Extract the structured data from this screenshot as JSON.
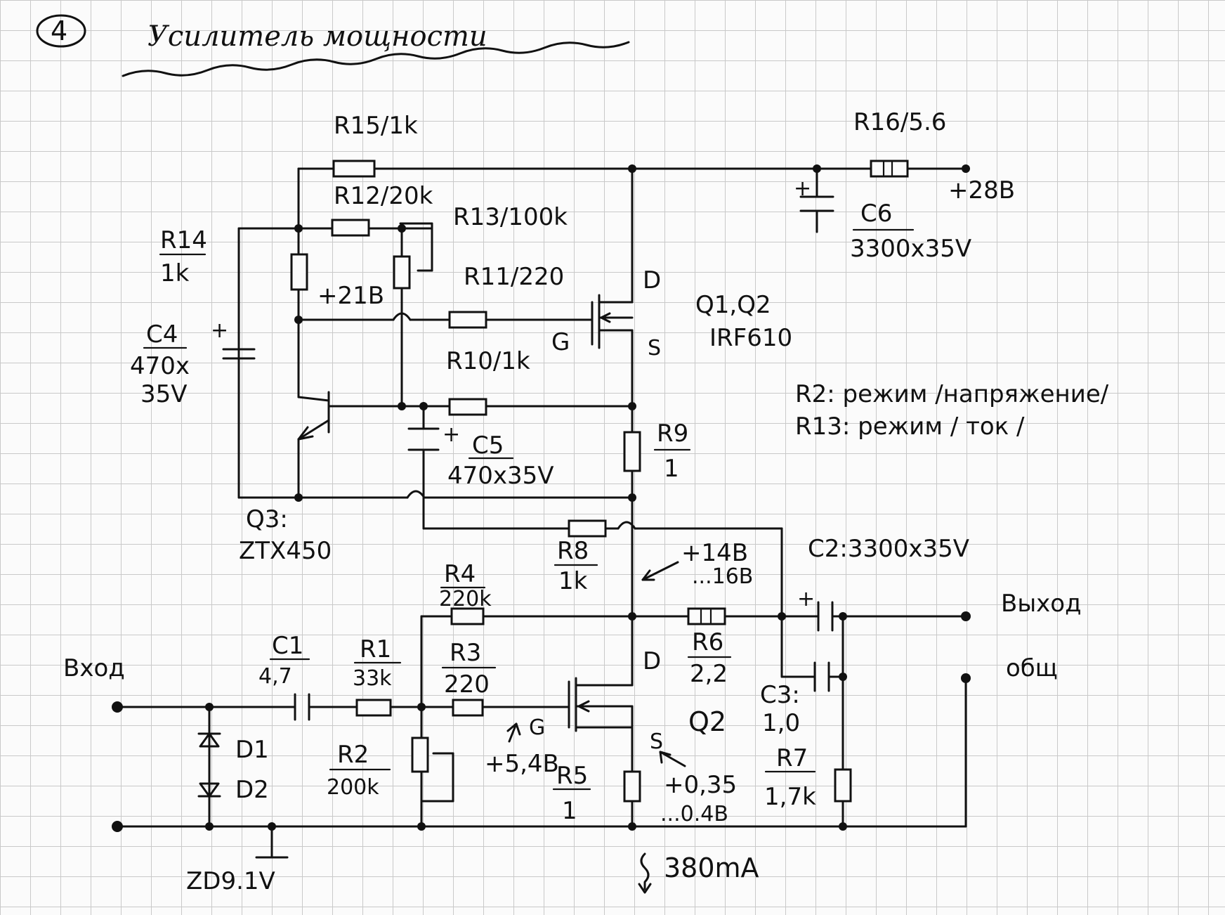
{
  "sheet_number": "4",
  "title": "Усилитель мощности",
  "labels": {
    "r15": "R15/1k",
    "r16": "R16/5.6",
    "supply": "+28B",
    "c6_name": "C6",
    "c6_value": "3300x35V",
    "r12": "R12/20k",
    "r13": "R13/100k",
    "r14_name": "R14",
    "r14_value": "1k",
    "v21": "+21B",
    "r11": "R11/220",
    "d_top": "D",
    "q12_name": "Q1,Q2",
    "q12_type": "IRF610",
    "g_top": "G",
    "s_top": "S",
    "c4_name": "C4",
    "c4_value_1": "470x",
    "c4_value_2": "35V",
    "r10": "R10/1k",
    "note_r2": "R2: режим /напряжение/",
    "note_r13": "R13: режим / ток /",
    "r9_name": "R9",
    "r9_value": "1",
    "c5_name": "C5",
    "c5_value": "470x35V",
    "q3_name": "Q3:",
    "q3_type": "ZTX450",
    "r8_name": "R8",
    "r8_value": "1k",
    "v14": "+14B",
    "v16": "...16B",
    "c2": "C2:3300x35V",
    "r4_name": "R4",
    "r4_value": "220k",
    "output": "Выход",
    "common": "общ",
    "input": "Вход",
    "c1_name": "C1",
    "c1_value": "4,7",
    "r1_name": "R1",
    "r1_value": "33k",
    "r3_name": "R3",
    "r3_value": "220",
    "d_bottom": "D",
    "r6_name": "R6",
    "r6_value": "2,2",
    "c3_name": "C3:",
    "c3_value": "1,0",
    "q2": "Q2",
    "g_bottom": "G",
    "s_bottom": "S",
    "d1": "D1",
    "d2": "D2",
    "r2_name": "R2",
    "r2_value": "200k",
    "v5_4": "+5,4B",
    "r5_name": "R5",
    "r5_value": "1",
    "v035": "+0,35",
    "v04": "...0.4B",
    "r7_name": "R7",
    "r7_value": "1,7k",
    "zener": "ZD9.1V",
    "current": "380mA"
  }
}
